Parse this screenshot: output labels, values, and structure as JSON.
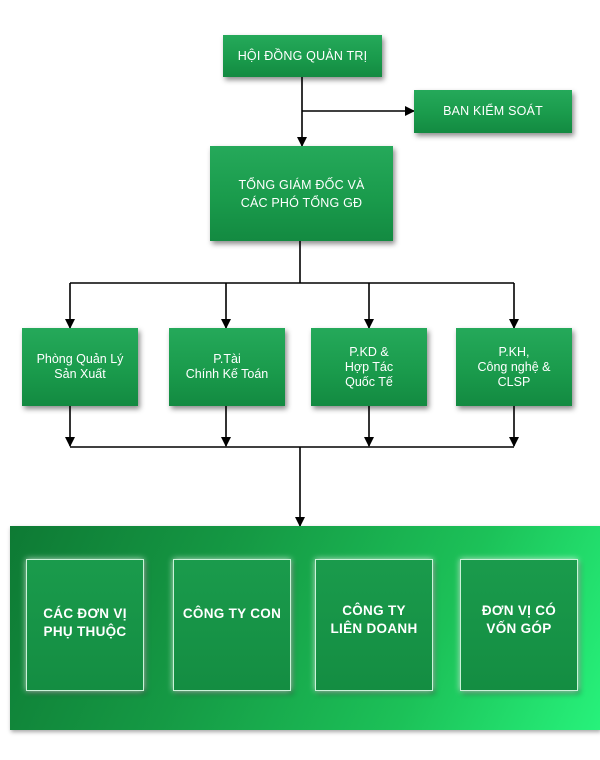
{
  "org_chart": {
    "board": "HỘI ĐỒNG QUẢN TRỊ",
    "supervisory": "BAN KIỂM SOÁT",
    "ceo": "TỔNG GIÁM ĐỐC VÀ\nCÁC PHÓ TỔNG GĐ",
    "departments": [
      "Phòng Quản Lý\nSản Xuất",
      "P.Tài\nChính Kế Toán",
      "P.KD &\nHợp Tác\nQuốc Tế",
      "P.KH,\nCông nghệ &\nCLSP"
    ],
    "units": [
      "CÁC ĐƠN VỊ\nPHỤ THUỘC",
      "CÔNG TY CON",
      "CÔNG TY\nLIÊN DOANH",
      "ĐƠN VỊ CÓ\nVỐN GÓP"
    ]
  },
  "colors": {
    "box_green": "#1a9b4c",
    "panel_gradient_start": "#0e7a34",
    "panel_gradient_end": "#27f27b",
    "connector": "#000000"
  }
}
